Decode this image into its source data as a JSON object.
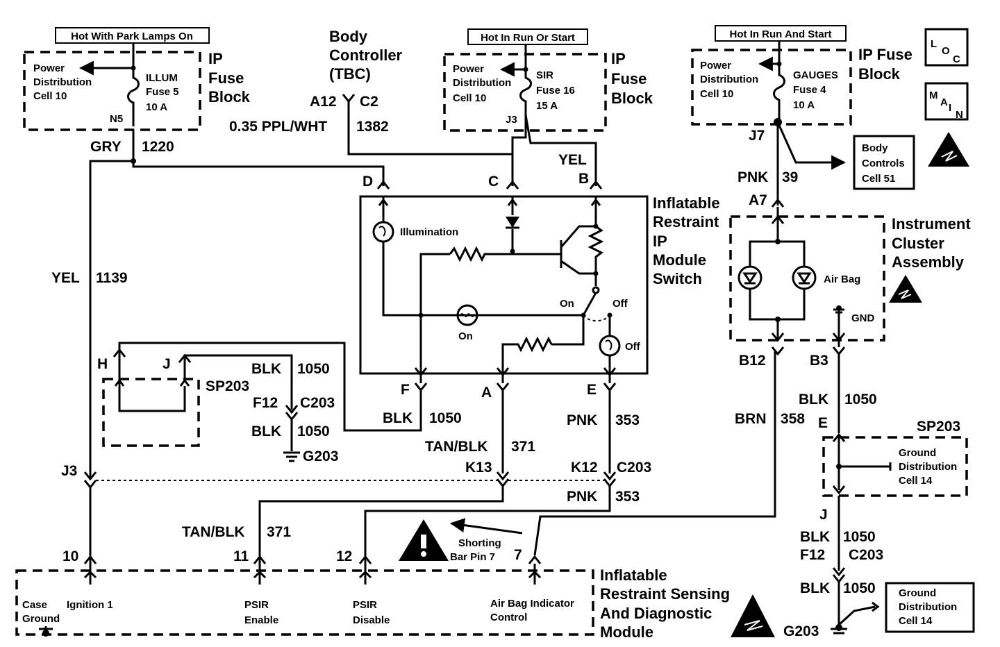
{
  "colors": {
    "ink": "#000000",
    "paper": "#ffffff"
  },
  "headers": {
    "park": "Hot With Park Lamps On",
    "run_or_start": "Hot In Run Or Start",
    "run_and_start": "Hot In Run And Start"
  },
  "fuse_blocks": {
    "left": {
      "pd1": "Power",
      "pd2": "Distribution",
      "pd3": "Cell 10",
      "f1": "ILLUM",
      "f2": "Fuse 5",
      "f3": "10 A",
      "pin": "N5",
      "b1": "IP",
      "b2": "Fuse",
      "b3": "Block"
    },
    "middle": {
      "pd1": "Power",
      "pd2": "Distribution",
      "pd3": "Cell 10",
      "f1": "SIR",
      "f2": "Fuse 16",
      "f3": "15 A",
      "pin": "J3",
      "b1": "IP",
      "b2": "Fuse",
      "b3": "Block"
    },
    "right": {
      "pd1": "Power",
      "pd2": "Distribution",
      "pd3": "Cell 10",
      "f1": "GAUGES",
      "f2": "Fuse 4",
      "f3": "10 A",
      "pin": "J7",
      "b1": "IP Fuse",
      "b2": "Block"
    }
  },
  "body_controller": {
    "l1": "Body",
    "l2": "Controller",
    "l3": "(TBC)",
    "pin1": "A12",
    "pin2": "C2",
    "wire": "0.35 PPL/WHT",
    "circuit": "1382"
  },
  "wires": {
    "gry": "GRY",
    "gry_c": "1220",
    "yel_top": "YEL",
    "yel_left": "YEL",
    "yel_left_c": "1139",
    "pnk39": "PNK",
    "pnk39_c": "39",
    "blk_sp1": "BLK",
    "blk_sp1_c": "1050",
    "blk_sp2": "BLK",
    "blk_sp2_c": "1050",
    "blk_f": "BLK",
    "blk_f_c": "1050",
    "tanblk1": "TAN/BLK",
    "tanblk1_c": "371",
    "pnk353a": "PNK",
    "pnk353a_c": "353",
    "pnk353b": "PNK",
    "pnk353b_c": "353",
    "tanblk2": "TAN/BLK",
    "tanblk2_c": "371",
    "brn": "BRN",
    "brn_c": "358",
    "blk_b3": "BLK",
    "blk_b3_c": "1050",
    "blk_j": "BLK",
    "blk_j_c": "1050",
    "blk_g": "BLK",
    "blk_g_c": "1050"
  },
  "switch_module": {
    "pins": {
      "d": "D",
      "c": "C",
      "b": "B",
      "f": "F",
      "a": "A",
      "e": "E"
    },
    "l1": "Inflatable",
    "l2": "Restraint",
    "l3": "IP",
    "l4": "Module",
    "l5": "Switch",
    "illumination": "Illumination",
    "on_sw": "On",
    "off_sw": "Off",
    "on_lamp": "On",
    "off_lamp": "Off"
  },
  "sp203_left": {
    "label": "SP203",
    "h": "H",
    "j": "J",
    "f12": "F12",
    "c203": "C203",
    "g203": "G203"
  },
  "connectors": {
    "j3": "J3",
    "k13": "K13",
    "k12": "K12",
    "c203": "C203"
  },
  "cluster": {
    "a7": "A7",
    "l1": "Instrument",
    "l2": "Cluster",
    "l3": "Assembly",
    "airbag": "Air Bag",
    "gnd": "GND",
    "b12": "B12",
    "b3": "B3"
  },
  "body_controls": {
    "l1": "Body",
    "l2": "Controls",
    "l3": "Cell 51"
  },
  "loc": {
    "l": "L",
    "o": "O",
    "c": "C"
  },
  "main_icon": {
    "m": "M",
    "a": "A",
    "i": "I",
    "n": "N"
  },
  "sp203_right": {
    "e": "E",
    "label": "SP203",
    "gd1": "Ground",
    "gd2": "Distribution",
    "gd3": "Cell 14",
    "j": "J",
    "f12": "F12",
    "c203": "C203",
    "g203": "G203"
  },
  "gd_bottom": {
    "l1": "Ground",
    "l2": "Distribution",
    "l3": "Cell 14"
  },
  "sdm": {
    "pin10": "10",
    "pin11": "11",
    "pin12": "12",
    "pin7": "7",
    "shorting1": "Shorting",
    "shorting2": "Bar Pin 7",
    "case1": "Case",
    "case2": "Ground",
    "ign": "Ignition 1",
    "psir_e1": "PSIR",
    "psir_e2": "Enable",
    "psir_d1": "PSIR",
    "psir_d2": "Disable",
    "abic1": "Air Bag Indicator",
    "abic2": "Control",
    "l1": "Inflatable",
    "l2": "Restraint Sensing",
    "l3": "And Diagnostic",
    "l4": "Module"
  }
}
